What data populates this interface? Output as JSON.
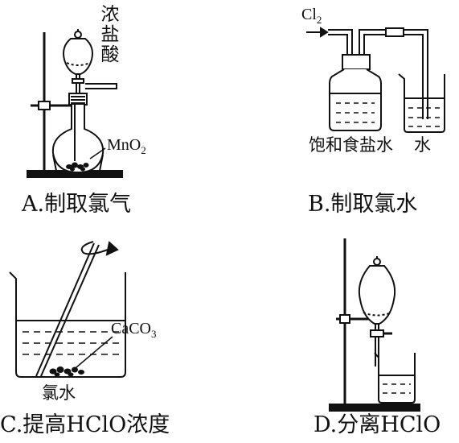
{
  "panels": {
    "a": {
      "caption": "A.制取氯气",
      "reagent_label": "浓盐酸",
      "solid_label": {
        "base": "MnO",
        "sub": "2"
      }
    },
    "b": {
      "caption": "B.制取氯水",
      "gas_label": {
        "base": "Cl",
        "sub": "2"
      },
      "bottle_label": "饱和食盐水",
      "beaker_label": "水"
    },
    "c": {
      "caption": "C.提高HClO浓度",
      "solid_label": {
        "base": "CaCO",
        "sub": "3"
      },
      "liquid_label": "氯水"
    },
    "d": {
      "caption": "D.分离HClO"
    }
  }
}
